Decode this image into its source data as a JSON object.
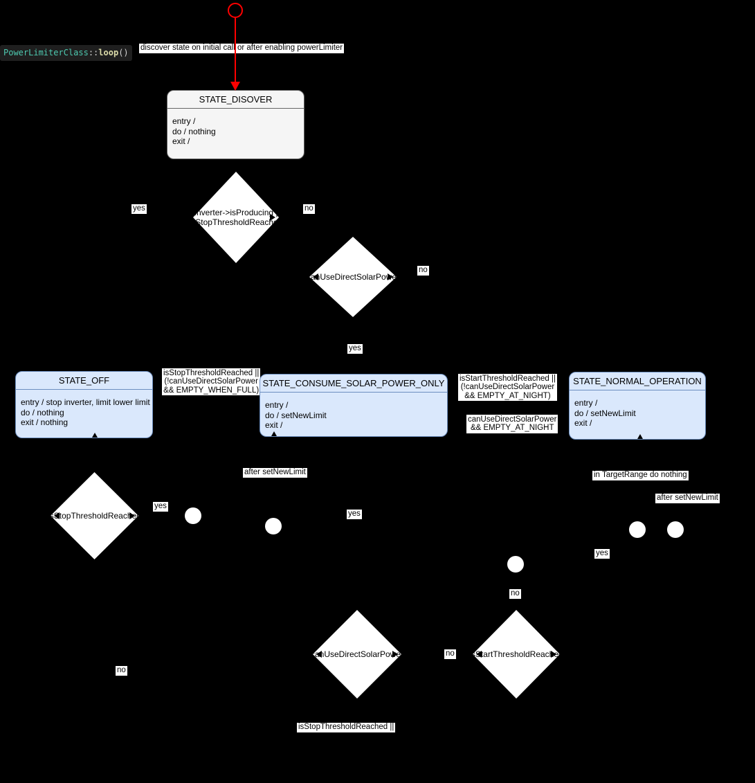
{
  "colors": {
    "background": "#000000",
    "transition_red": "#FF0000",
    "state_fill_gray": "#F5F5F5",
    "state_border_gray": "#666666",
    "state_fill_blue": "#DAE8FC",
    "state_border_blue": "#6C8EBF",
    "shape_fill_white": "#FFFFFF",
    "code_bg": "#1F1F1F",
    "code_class_color": "#4EC9B0",
    "code_method_color": "#DCDCAA",
    "code_punct_color": "#D4D4D4"
  },
  "code_label": {
    "class_name": "PowerLimiterClass",
    "separator": "::",
    "method_name": "loop",
    "parens": "()"
  },
  "labels": {
    "yes": "yes",
    "no": "no"
  },
  "notes": {
    "discover": "discover state on initial call or after enabling powerLimiter",
    "after_set_new_limit": "after setNewLimit",
    "in_target_range": "in TargetRange do nothing",
    "stop_reached_partial": "isStopThresholdReached ||"
  },
  "conditions": {
    "to_off": {
      "line1": "isStopThresholdReached ||",
      "line2": "(!canUseDirectSolarPower",
      "line3": "&& EMPTY_WHEN_FULL)"
    },
    "to_consume_from_normal": {
      "line1": "isStartThresholdReached ||",
      "line2": "(!canUseDirectSolarPower",
      "line3": "&& EMPTY_AT_NIGHT)"
    },
    "to_normal_from_consume": {
      "line1": "canUseDirectSolarPower",
      "line2": "&& EMPTY_AT_NIGHT"
    }
  },
  "states": {
    "discover": {
      "title": "STATE_DISOVER",
      "line1": "entry /",
      "line2": "do / nothing",
      "line3": "exit /"
    },
    "off": {
      "title": "STATE_OFF",
      "line1": "entry / stop inverter, limit lower limit",
      "line2": "do / nothing",
      "line3": "exit / nothing"
    },
    "consume": {
      "title": "STATE_CONSUME_SOLAR_POWER_ONLY",
      "line1": "entry /",
      "line2": "do / setNewLimit",
      "line3": "exit /"
    },
    "normal": {
      "title": "STATE_NORMAL_OPERATION",
      "line1": "entry /",
      "line2": "do / setNewLimit",
      "line3": "exit /"
    }
  },
  "decisions": {
    "producing_or_stop": {
      "line1": "!Inverter->isProducing ||",
      "line2": "isStopThresholdReached"
    },
    "can_use_solar_top": {
      "line1": "canUseDirectSolarPower"
    },
    "stop_threshold": {
      "line1": "isStopThresholdReached"
    },
    "can_use_solar_bottom": {
      "line1": "canUseDirectSolarPower"
    },
    "start_threshold": {
      "line1": "isStartThresholdReached"
    }
  }
}
